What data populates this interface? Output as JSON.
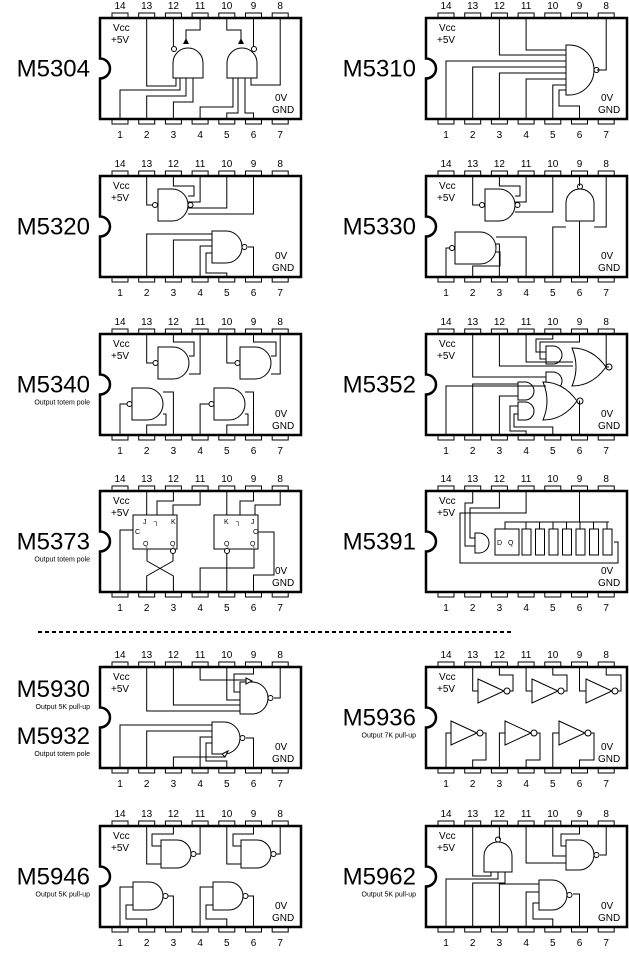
{
  "page": {
    "background": "#ffffff",
    "ink": "#000000"
  },
  "pin_labels": {
    "top": [
      "14",
      "13",
      "12",
      "11",
      "10",
      "9",
      "8"
    ],
    "bottom": [
      "1",
      "2",
      "3",
      "4",
      "5",
      "6",
      "7"
    ],
    "vcc_line1": "Vcc",
    "vcc_line2": "+5V",
    "gnd_line1": "0V",
    "gnd_line2": "GND"
  },
  "flipflop_labels": {
    "j": "J",
    "k": "K",
    "clk_symbol": "┐",
    "c": "C",
    "q": "Q",
    "qbar": "Q",
    "d": "D"
  },
  "separator": {
    "style": "dashed"
  },
  "chips": [
    {
      "id": "m5304",
      "name": "M5304",
      "subtitle": "",
      "column": "left",
      "row": 0,
      "function": "dual AND gates with inverted input"
    },
    {
      "id": "m5310",
      "name": "M5310",
      "subtitle": "",
      "column": "right",
      "row": 0,
      "function": "8-input NAND gate"
    },
    {
      "id": "m5320",
      "name": "M5320",
      "subtitle": "",
      "column": "left",
      "row": 1,
      "function": "dual 4-input NAND gates"
    },
    {
      "id": "m5330",
      "name": "M5330",
      "subtitle": "",
      "column": "right",
      "row": 1,
      "function": "triple 3-input NAND gates"
    },
    {
      "id": "m5340",
      "name": "M5340",
      "subtitle": "Output totem pole",
      "column": "left",
      "row": 2,
      "function": "quad 2-input NAND gates"
    },
    {
      "id": "m5352",
      "name": "M5352",
      "subtitle": "",
      "column": "right",
      "row": 2,
      "function": "dual AND-OR-INVERT gates"
    },
    {
      "id": "m5373",
      "name": "M5373",
      "subtitle": "Output totem pole",
      "column": "left",
      "row": 3,
      "function": "dual JK flip-flop"
    },
    {
      "id": "m5391",
      "name": "M5391",
      "subtitle": "",
      "column": "right",
      "row": 3,
      "function": "8-bit shift register"
    },
    {
      "id": "m5930",
      "name": "M5930",
      "subtitle": "Output 5K pull-up",
      "name2": "M5932",
      "subtitle2": "Output totem pole",
      "column": "left",
      "row": 4,
      "function": "dual 4-input NAND gates (expandable)"
    },
    {
      "id": "m5936",
      "name": "M5936",
      "subtitle": "Output 7K pull-up",
      "column": "right",
      "row": 4,
      "function": "hex inverters"
    },
    {
      "id": "m5946",
      "name": "M5946",
      "subtitle": "Output 5K pull-up",
      "column": "left",
      "row": 5,
      "function": "quad 2-input NAND gates"
    },
    {
      "id": "m5962",
      "name": "M5962",
      "subtitle": "Output 5K pull-up",
      "column": "right",
      "row": 5,
      "function": "triple 3-input NAND gates"
    }
  ]
}
